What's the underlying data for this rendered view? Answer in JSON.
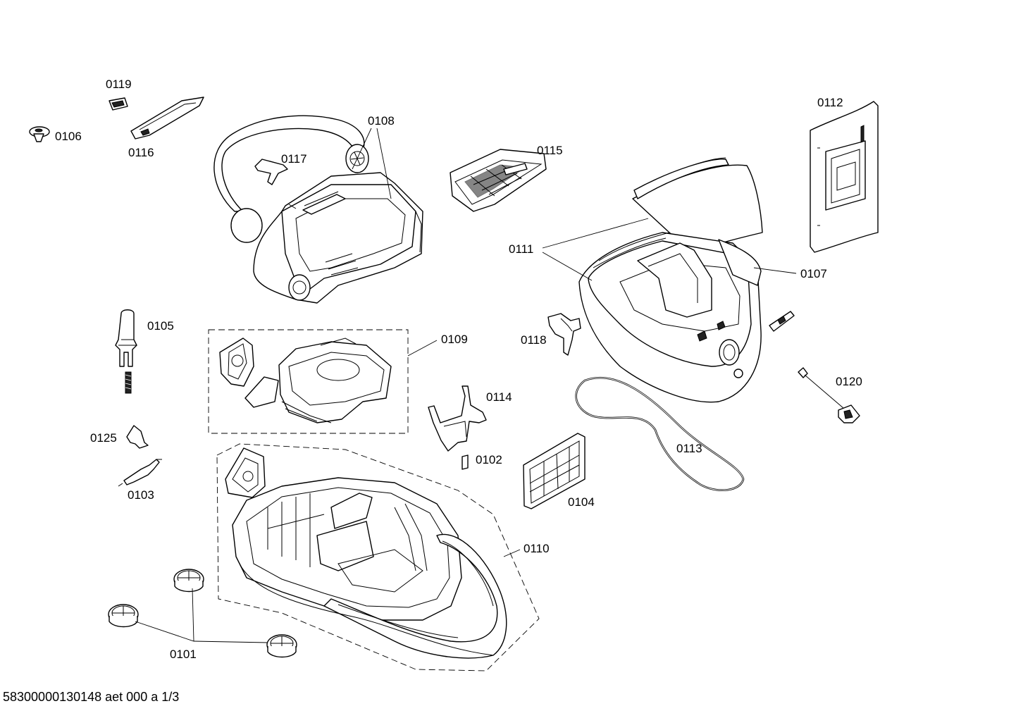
{
  "footer": "58300000130148 aet 000 a 1/3",
  "labels": {
    "p0119": "0119",
    "p0106": "0106",
    "p0116": "0116",
    "p0108": "0108",
    "p0117": "0117",
    "p0115": "0115",
    "p0112": "0112",
    "p0111": "0111",
    "p0107": "0107",
    "p0105": "0105",
    "p0109": "0109",
    "p0118": "0118",
    "p0114": "0114",
    "p0120": "0120",
    "p0125": "0125",
    "p0102": "0102",
    "p0113": "0113",
    "p0103": "0103",
    "p0104": "0104",
    "p0110": "0110",
    "p0101": "0101"
  }
}
